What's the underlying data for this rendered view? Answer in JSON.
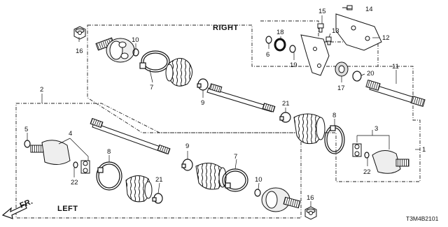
{
  "diagram": {
    "heading_right": "RIGHT",
    "heading_left": "LEFT",
    "front_arrow_label": "FR.",
    "diagram_code": "T3M4B2101",
    "colors": {
      "ink": "#111111",
      "background": "#ffffff"
    },
    "callouts": {
      "c1": "1",
      "c2": "2",
      "c3": "3",
      "c4": "4",
      "c5": "5",
      "c6": "6",
      "c7": "7",
      "c8": "8",
      "c9": "9",
      "c10": "10",
      "c11": "11",
      "c12": "12",
      "c13": "13",
      "c14": "14",
      "c15": "15",
      "c16": "16",
      "c17": "17",
      "c18": "18",
      "c19": "19",
      "c20": "20",
      "c21": "21",
      "c22": "22"
    }
  }
}
